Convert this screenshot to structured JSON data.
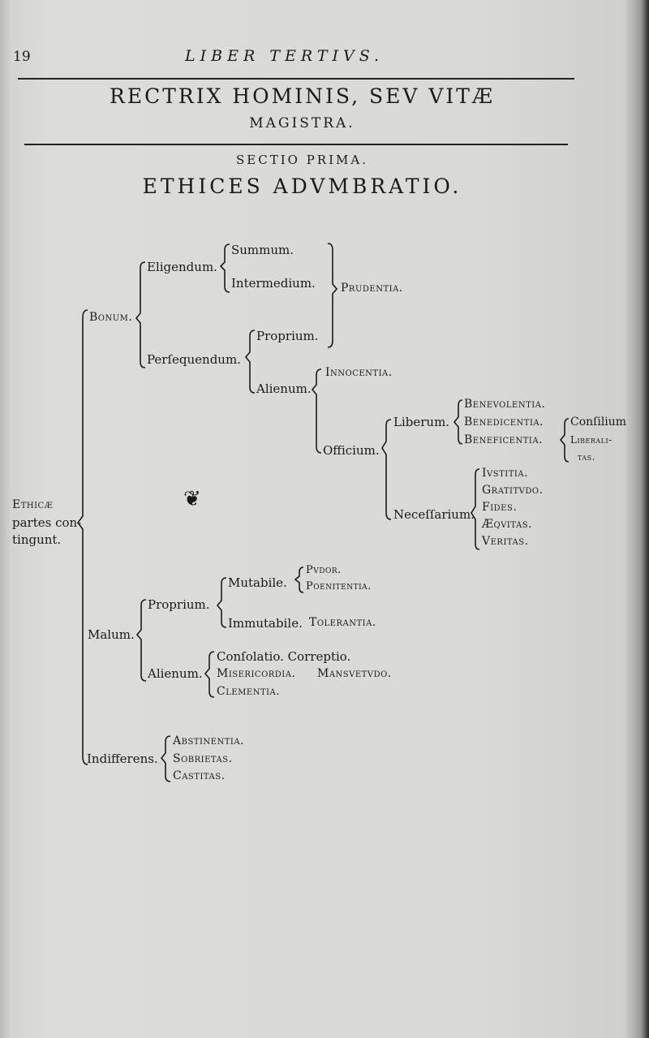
{
  "page_number": "19",
  "running_head": "LIBER TERTIVS.",
  "main_title": "RECTRIX HOMINIS, SEV VITÆ",
  "main_subtitle": "MAGISTRA.",
  "section": "SECTIO PRIMA.",
  "section_title": "ETHICES ADVMBRATIO.",
  "root": {
    "line1": "Ethicæ",
    "line2": "partes con-",
    "line3": "tingunt."
  },
  "bonum": {
    "label": "Bonum.",
    "eligendum": "Eligendum.",
    "summum": "Summum.",
    "intermedium": "Intermedium.",
    "persequendum": "Perſequendum.",
    "proprium": "Proprium.",
    "prudentia": "Prudentia.",
    "alienum": "Alienum.",
    "innocentia": "Innocentia.",
    "officium": "Officium.",
    "liberum": "Liberum.",
    "benevolentia": "Benevolentia.",
    "benedicentia": "Benedicentia.",
    "beneficentia": "Beneficentia.",
    "consilium": "Conſilium",
    "liberalitas1": "Liberali-",
    "liberalitas2": "tas.",
    "necessarium": "Neceſſarium.",
    "iustitia": "Ivstitia.",
    "gratitudo": "Gratitvdo.",
    "fides": "Fides.",
    "aequitas": "Æqvitas.",
    "veritas": "Veritas."
  },
  "malum": {
    "label": "Malum.",
    "proprium": "Proprium.",
    "mutabile": "Mutabile.",
    "pudor": "Pvdor.",
    "poenitentia": "Poenitentia.",
    "immutabile": "Immutabile.",
    "tolerantia": "Tolerantia.",
    "alienum": "Alienum.",
    "consolatio": "Conſolatio. Correptio.",
    "misericordia": "Misericordia.",
    "mansuetudo": "Mansvetvdo.",
    "clementia": "Clementia."
  },
  "indifferens": {
    "label": "Indifferens.",
    "abstinentia": "Abstinentia.",
    "sobrietas": "Sobrietas.",
    "castitas": "Castitas."
  },
  "ornament": "❦"
}
